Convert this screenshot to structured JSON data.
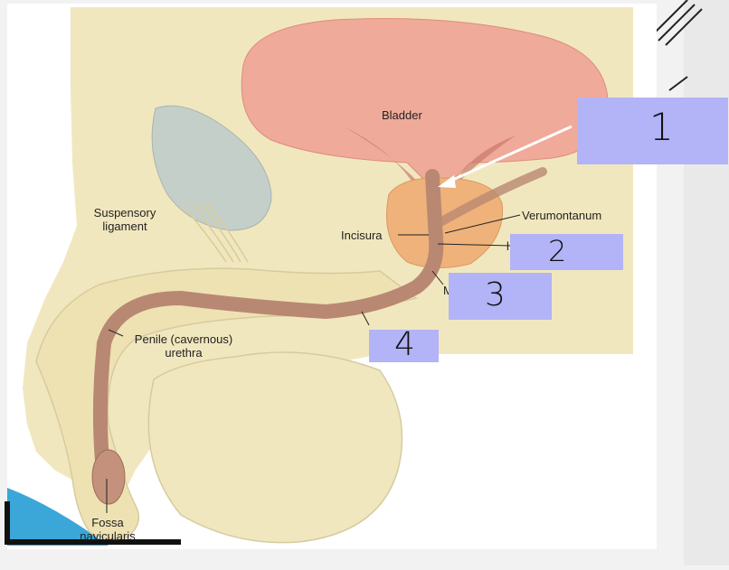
{
  "labels": {
    "bladder": "Bladder",
    "suspensory": "Suspensory\nligament",
    "incisura": "Incisura",
    "verumontanum": "Verumontanum",
    "penile": "Penile (cavernous)\nurethra",
    "fossa": "Fossa\nnavicularis",
    "partial_right": "l",
    "partial_membranous": "M"
  },
  "answer_boxes": [
    {
      "id": "1",
      "text": "1"
    },
    {
      "id": "2",
      "text": "2"
    },
    {
      "id": "3",
      "text": "3"
    },
    {
      "id": "4",
      "text": "4"
    }
  ],
  "colors": {
    "body": "#f1e7be",
    "bladder": "#f0aa9a",
    "prostate": "#eeb27a",
    "urethra": "#b98872",
    "bone": "#c5cfca",
    "box": "#b3b3f7",
    "arrow": "#ffffff"
  }
}
